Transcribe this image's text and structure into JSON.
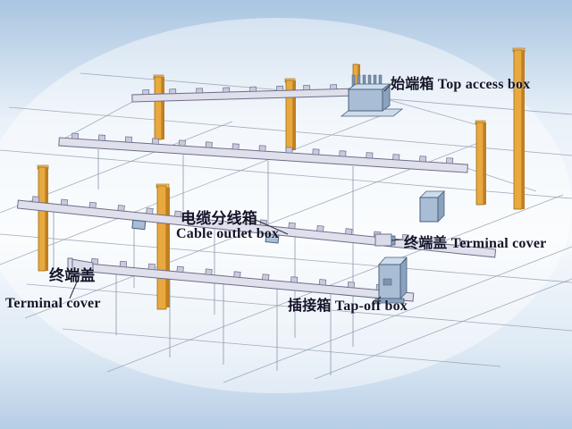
{
  "diagram": {
    "title_hint": "busway-installation-diagram",
    "labels": {
      "top_access_box": "始端箱 Top access box",
      "cable_outlet_zh": "电缆分线箱",
      "cable_outlet_en": "Cable outlet box",
      "terminal_cover_right": "终端盖 Terminal cover",
      "terminal_cover_left_zh": "终端盖",
      "terminal_cover_left_en": "Terminal cover",
      "tap_off_box": "插接箱 Tap-off box"
    },
    "colors": {
      "column": "#e9a93f",
      "column_shade": "#c07f20",
      "rail": "#dfe0ec",
      "box": "#a9bdd4",
      "line": "#8d99ab",
      "label_text": "#14142a",
      "sky_top": "#a9c5e1",
      "sky_center": "#f7fafd"
    }
  }
}
